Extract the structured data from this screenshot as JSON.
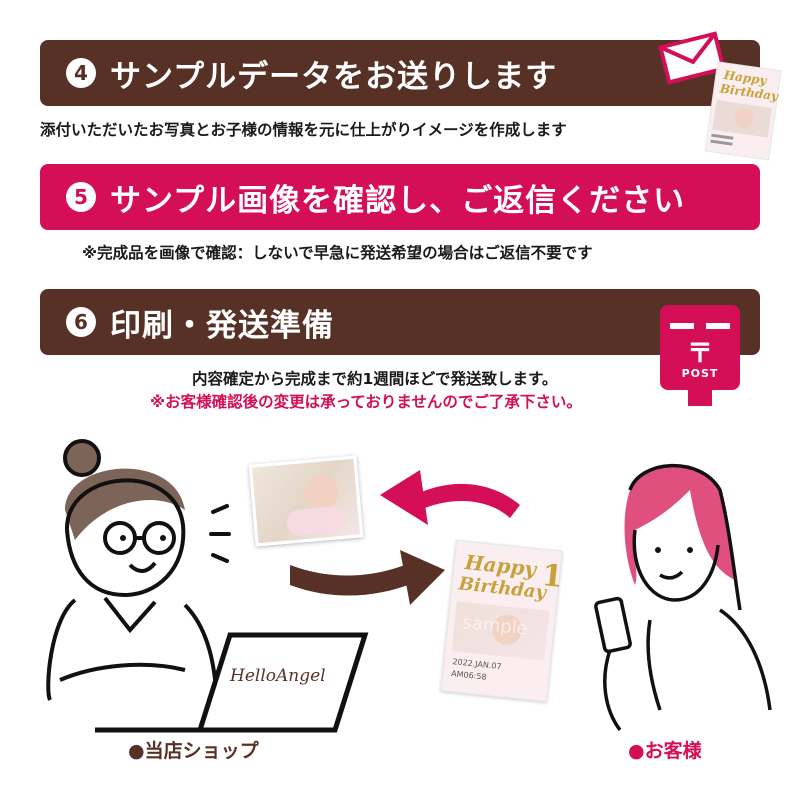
{
  "steps": [
    {
      "number": "4",
      "title": "サンプルデータをお送りします",
      "color": "#573126",
      "description": "添付いただいたお写真とお子様の情報を元に仕上がりイメージを作成します"
    },
    {
      "number": "5",
      "title": "サンプル画像を確認し、ご返信ください",
      "color": "#d40f58",
      "description": "※完成品を画像で確認：しないで早急に発送希望の場合はご返信不要です"
    },
    {
      "number": "6",
      "title": "印刷・発送準備",
      "color": "#573126",
      "description": "内容確定から完成まで約1週間ほどで発送致します。",
      "note": "※お客様確認後の変更は承っておりませんのでご了承下さい。"
    }
  ],
  "icons": {
    "envelope": "envelope-icon",
    "mailbox": "post-box-icon",
    "mailbox_label": "POST",
    "mailbox_symbol": "〒"
  },
  "sample_card": {
    "line1": "Happy",
    "line2": "Birthday",
    "badge": "1",
    "date": "2022.JAN.07",
    "time": "AM06:58",
    "watermark": "sample"
  },
  "laptop_brand": "HelloAngel",
  "roles": {
    "shop": "●当店ショップ",
    "customer": "●お客様"
  },
  "colors": {
    "brown": "#573126",
    "pink": "#d40f58",
    "hair_brown": "#7d6458",
    "hair_pink": "#e0507f",
    "gold": "#c9a13a"
  }
}
